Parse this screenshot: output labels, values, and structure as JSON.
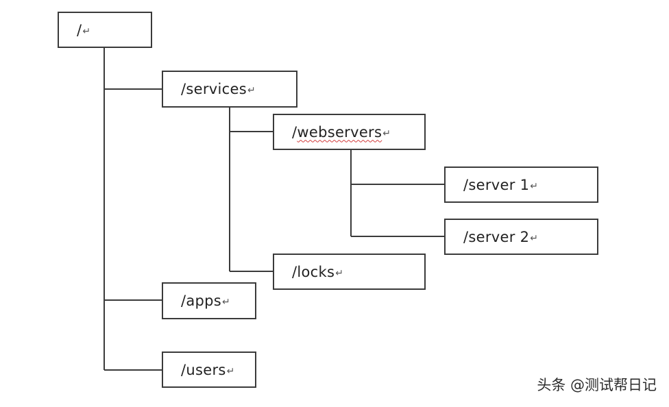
{
  "return_glyph": "↵",
  "nodes": {
    "root": "/",
    "services": "/services",
    "webservers_prefix": "/",
    "webservers_word": "webservers",
    "server1": "/server 1",
    "server2": "/server 2",
    "locks": "/locks",
    "apps": "/apps",
    "users": "/users"
  },
  "watermark": "头条 @测试帮日记",
  "colors": {
    "line": "#3a3a3a",
    "border": "#3a3a3a",
    "spellcheck_underline": "#d23a3a"
  }
}
